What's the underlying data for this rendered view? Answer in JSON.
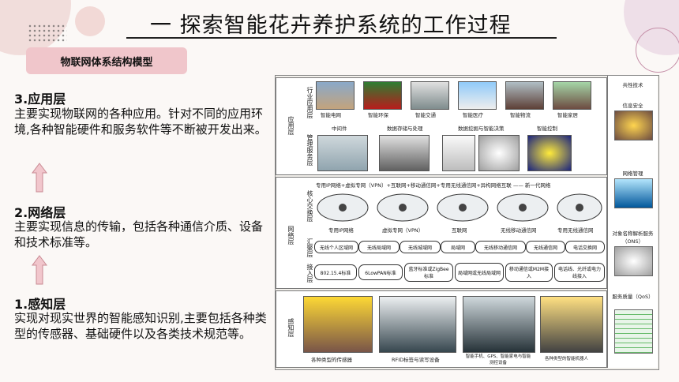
{
  "slide": {
    "title": "一 探索智能花卉养护系统的工作过程",
    "badge": "物联网体系结构模型",
    "sections": [
      {
        "heading": "3.应用层",
        "body": "主要实现物联网的各种应用。针对不同的应用环境,各种智能硬件和服务软件等不断被开发出来。"
      },
      {
        "heading": "2.网络层",
        "body": "主要实现信息的传输，包括各种通信介质、设备和技术标准等。"
      },
      {
        "heading": "1.感知层",
        "body": "实现对现实世界的智能感知识别,主要包括各种类型的传感器、基础硬件以及各类技术规范等。"
      }
    ]
  },
  "figure": {
    "layers": {
      "app": "应用层",
      "industry": "行业应用层",
      "mgmt": "管理服务层",
      "network": "网络层",
      "core": "核心交换层",
      "agg": "汇聚层",
      "access": "接入层",
      "perception": "感知层"
    },
    "industry_captions": [
      "智能电网",
      "智能环保",
      "智能交通",
      "智能医疗",
      "智能物流",
      "智能家居"
    ],
    "mgmt_captions": [
      "中间件",
      "数据存储与处理",
      "数据挖掘与智能决策",
      "智能控制"
    ],
    "core_banner": "专用IP网络+虚拟专网（VPN）+互联网+移动通信网+专用无线通信网+异构网络互联 —— 新一代网络",
    "core_captions": [
      "专用IP网络",
      "虚拟专网（VPN）",
      "互联网",
      "无线移动通信网",
      "专用无线通信网"
    ],
    "agg_pills": [
      "无线个人区域网",
      "无线局域网",
      "无线城域网",
      "局域网",
      "无线移动通信网",
      "无线通信网",
      "电话交换网"
    ],
    "access_pills": [
      "802.15.4标准",
      "6LowPAN标准",
      "蓝牙标准或ZigBee标准",
      "局域网或无线局域网",
      "移动通信或M2M接入",
      "电话线、光纤或电力线接入"
    ],
    "perception_captions": [
      "各种类型的传感器",
      "RFID标签与读写设备",
      "智能手机、GPS、智能家电与智能测控设备",
      "各种类型的智能机器人"
    ],
    "right_col": [
      "共性技术",
      "信息安全",
      "网络管理",
      "对象名称解析服务（ONS）",
      "服务质量（QoS）"
    ]
  }
}
